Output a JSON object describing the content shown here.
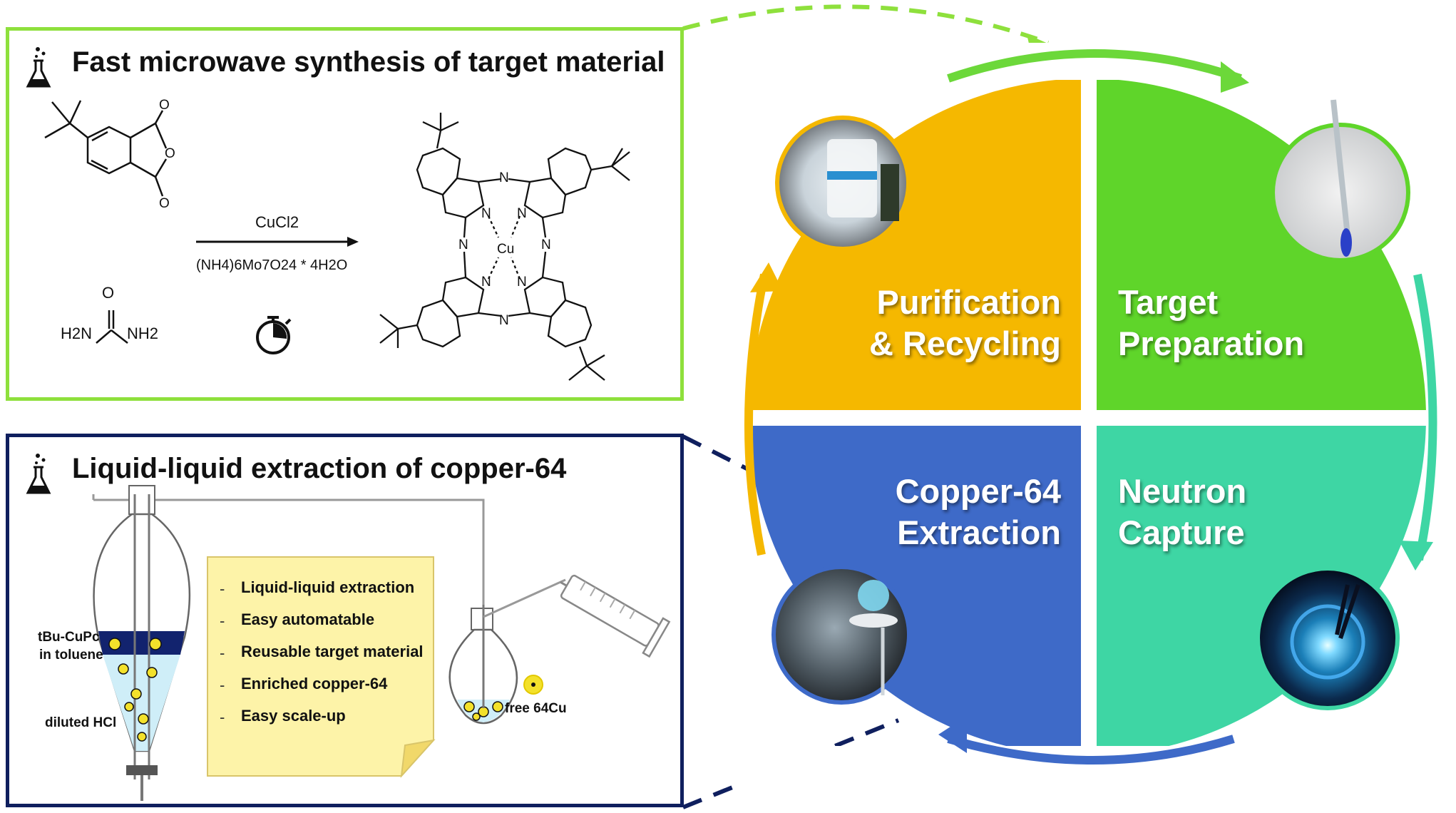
{
  "synthesis_panel": {
    "title": "Fast microwave synthesis of target material",
    "reagent_catalyst": "CuCl2",
    "reagent_additive": "(NH4)6Mo7O24 * 4H2O",
    "urea_left": "H2N",
    "urea_right": "NH2",
    "urea_oxygen": "O",
    "metal_center": "Cu",
    "nitrogen": "N"
  },
  "extraction_panel": {
    "title": "Liquid-liquid extraction of copper-64",
    "organic_phase_line1": "tBu-CuPc",
    "organic_phase_line2": "in toluene",
    "aqueous_phase": "diluted HCl",
    "product": "free 64Cu",
    "features": [
      "Liquid-liquid  extraction",
      "Easy automatable",
      "Reusable target material",
      "Enriched copper-64",
      "Easy scale-up"
    ]
  },
  "cycle": {
    "purification": {
      "line1": "Purification",
      "line2": "& Recycling",
      "color": "#f5b800"
    },
    "target": {
      "line1": "Target",
      "line2": "Preparation",
      "color": "#5fd52a"
    },
    "extraction": {
      "line1": "Copper-64",
      "line2": "Extraction",
      "color": "#3e6ac8"
    },
    "neutron": {
      "line1": "Neutron",
      "line2": "Capture",
      "color": "#3ed6a4"
    }
  },
  "colors": {
    "synthesis_border": "#8ee03c",
    "extraction_border": "#0f1f5e",
    "note_fill": "#fdf3a8"
  },
  "icons": [
    "flask-icon",
    "stopwatch-icon",
    "radiation-icon",
    "syringe-icon",
    "separatory-funnel-icon",
    "round-flask-icon"
  ]
}
